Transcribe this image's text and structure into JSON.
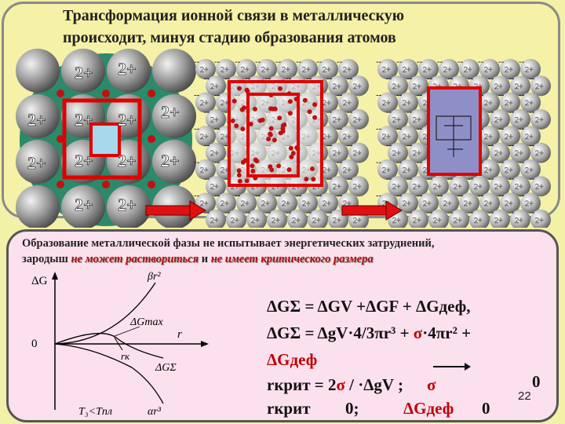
{
  "title": {
    "line1": "Трансформация ионной связи в металлическую",
    "line2": "происходит, минуя стадию образования атомов"
  },
  "lattice": {
    "ion_label": "2+",
    "electron_label": "--"
  },
  "subtitle": {
    "text_before": "Образование металлической фазы не испытывает энергетических затруднений,",
    "line2_start": "зародыш ",
    "highlight1": "не может раствориться",
    "middle": " и ",
    "highlight2": "не имеет критического размера"
  },
  "graph": {
    "y_axis_label": "ΔG",
    "zero_label": "0",
    "x_axis_label": "r",
    "curve_top_label": "βr²",
    "max_label": "ΔGmax",
    "rk_label": "rк",
    "sum_label": "ΔGΣ",
    "bottom_curve_label": "αr³",
    "condition_label": "T₃<Tпл"
  },
  "formulas": {
    "f1": "ΔGΣ = ΔGV +ΔGF + ΔGдеф,",
    "f2_part1": "ΔGΣ = ΔgV·4/3πr³ + ",
    "f2_sigma": "σ",
    "f2_part2": "·4πr² +",
    "f3": "ΔGдеф",
    "f4_part1": "rкрит = 2",
    "f4_sigma": "σ",
    "f4_part2": " / ·ΔgV ;",
    "f4_sigma2": "σ",
    "f4_zero": "0",
    "f5_part1": "rкрит",
    "f5_zero": "0;",
    "f5_dg": "ΔGдеф",
    "f5_zero2": "0"
  },
  "slide_number": "22",
  "colors": {
    "highlight_red": "#c00000",
    "frame_red": "#e00000",
    "teal": "#2a8a6a",
    "arrow_red": "#e01010"
  }
}
